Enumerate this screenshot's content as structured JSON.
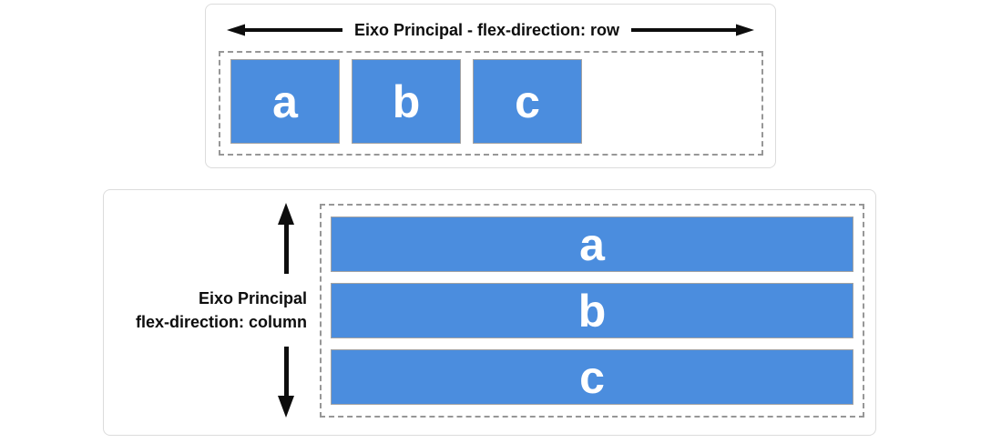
{
  "colors": {
    "item_blue": "#4b8dde",
    "item_border": "#a3a3a3",
    "dashed_border": "#979797",
    "panel_border": "#dcdcdc",
    "arrow": "#0d0d0d",
    "label": "#0d0d0d",
    "item_label": "#ffffff"
  },
  "row_diagram": {
    "axis_label": "Eixo Principal - flex-direction: row",
    "items": [
      {
        "label": "a"
      },
      {
        "label": "b"
      },
      {
        "label": "c"
      }
    ]
  },
  "column_diagram": {
    "axis_label_line1": "Eixo Principal",
    "axis_label_line2": "flex-direction: column",
    "items": [
      {
        "label": "a"
      },
      {
        "label": "b"
      },
      {
        "label": "c"
      }
    ]
  }
}
